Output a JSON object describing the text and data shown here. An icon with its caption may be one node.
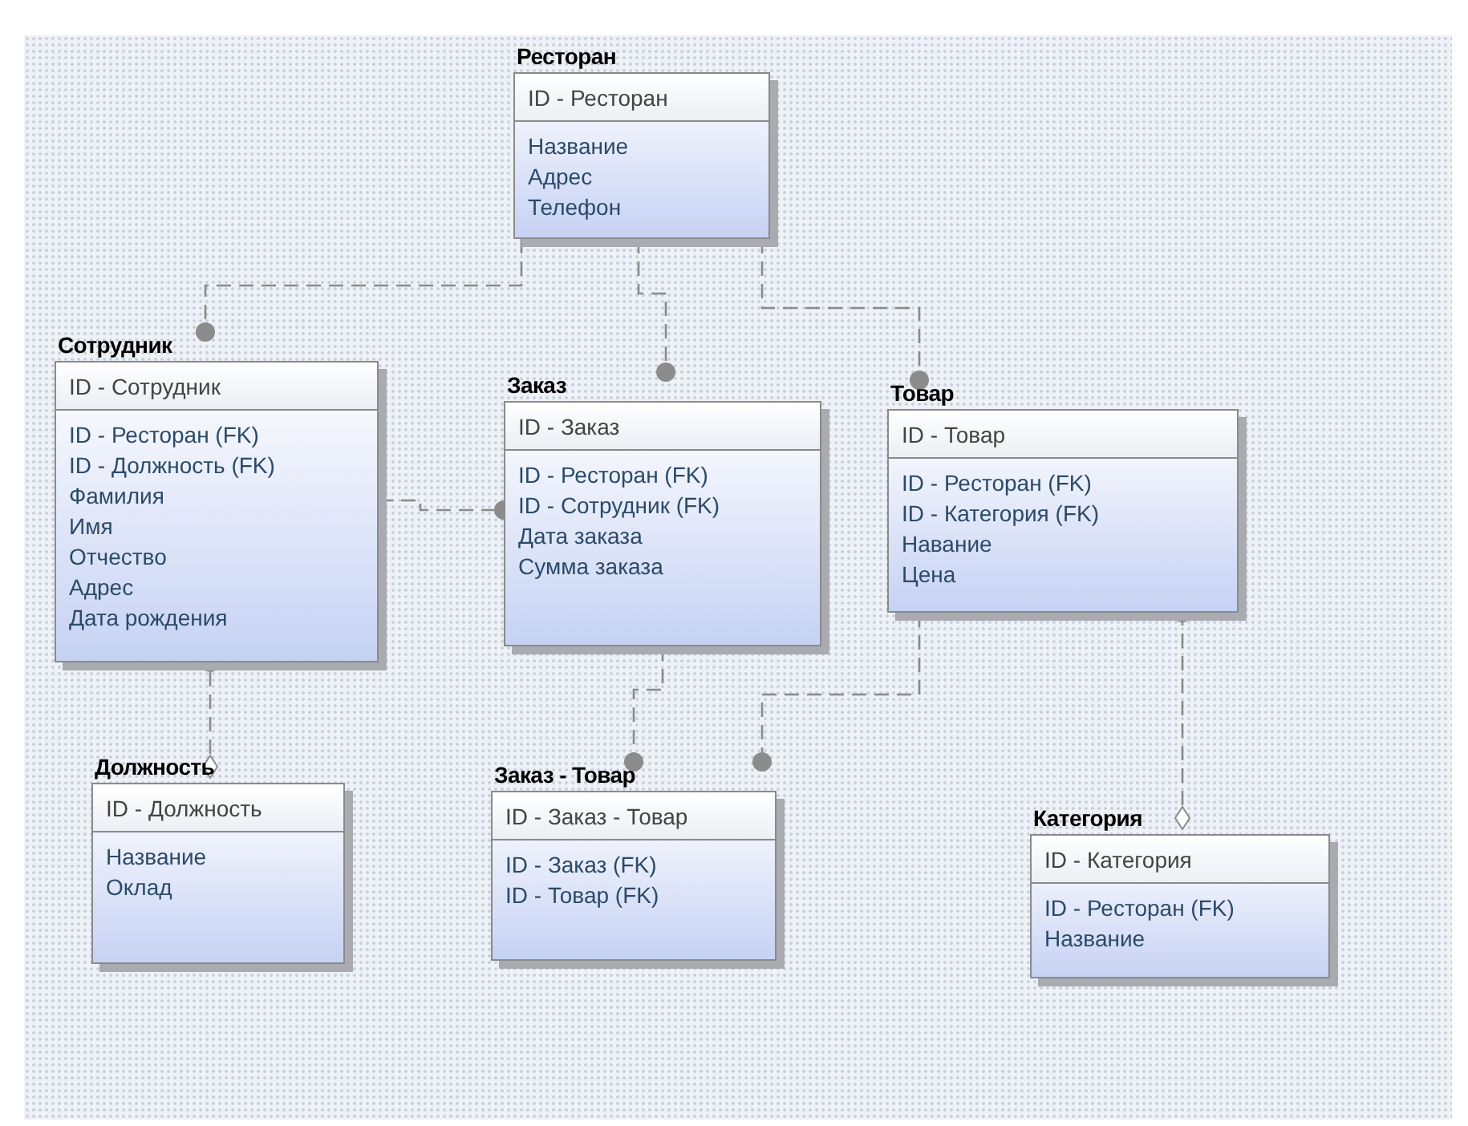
{
  "diagram": {
    "nodes": [
      {
        "text": [
          "Ресторан",
          "ID - Ресторан",
          "Название",
          "Адрес",
          "Телефон"
        ]
      },
      {
        "text": [
          "Сотрудник",
          "ID - Сотрудник",
          "ID - Ресторан (FK)",
          "ID - Должность (FK)",
          "Фамилия",
          "Имя",
          "Отчество",
          "Адрес",
          "Дата рождения"
        ]
      },
      {
        "text": [
          "Заказ",
          "ID - Заказ",
          "ID - Ресторан (FK)",
          "ID - Сотрудник (FK)",
          "Дата заказа",
          "Сумма заказа"
        ]
      },
      {
        "text": [
          "Товар",
          "ID - Товар",
          "ID - Ресторан (FK)",
          "ID - Категория (FK)",
          "Навание",
          "Цена"
        ]
      },
      {
        "text": [
          "Должность",
          "ID - Должность",
          "Название",
          "Оклад"
        ]
      },
      {
        "text": [
          "Заказ - Товар",
          "ID - Заказ - Товар",
          "ID - Заказ (FK)",
          "ID - Товар (FK)"
        ]
      },
      {
        "text": [
          "Категория",
          "ID - Категория",
          "ID - Ресторан (FK)",
          "Название"
        ]
      }
    ],
    "edges": [
      {
        "from": 0,
        "to": 1,
        "arrow": "other"
      },
      {
        "from": 0,
        "to": 2,
        "arrow": "other"
      },
      {
        "from": 0,
        "to": 3,
        "arrow": "other"
      },
      {
        "from": 4,
        "to": 1,
        "arrow": "other"
      },
      {
        "from": 1,
        "to": 2,
        "arrow": "other"
      },
      {
        "from": 2,
        "to": 5,
        "arrow": "other"
      },
      {
        "from": 3,
        "to": 5,
        "arrow": "other"
      },
      {
        "from": 6,
        "to": 3,
        "arrow": "other"
      }
    ]
  }
}
